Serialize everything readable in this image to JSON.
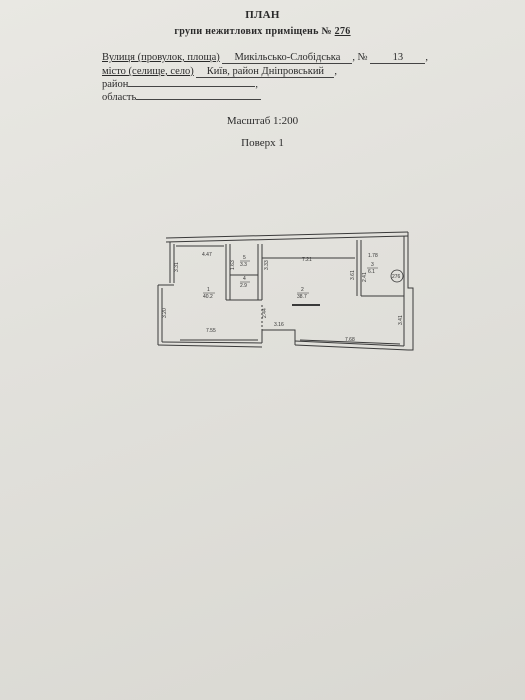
{
  "header": {
    "title": "ПЛАН",
    "subtitle_prefix": "групи нежитлових приміщень №",
    "group_number": "276"
  },
  "address": {
    "street_label": "Вулиця (провулок, площа)",
    "street_value": "Микільсько-Слобідська",
    "number_label": ", №",
    "number_value": "13",
    "city_label": "місто (селище, село)",
    "city_value": "Київ, район Дніпровський",
    "district_label": "район",
    "region_label": "область"
  },
  "scale": "Масштаб 1:200",
  "floor": "Поверх 1",
  "plan": {
    "dims": [
      "4.47",
      "3.31",
      "1.63",
      "3.33",
      "7.21",
      "1.78",
      "3.61",
      "2.41",
      "3.20",
      "7.55",
      "2.44",
      "3.16",
      "7.68",
      "3.41"
    ],
    "rooms": [
      {
        "num": "1",
        "area": "40.2"
      },
      {
        "num": "5",
        "area": "3.3"
      },
      {
        "num": "4",
        "area": "2.9"
      },
      {
        "num": "2",
        "area": "38.7"
      },
      {
        "num": "3",
        "area": "6.1"
      }
    ],
    "badge": "276"
  }
}
